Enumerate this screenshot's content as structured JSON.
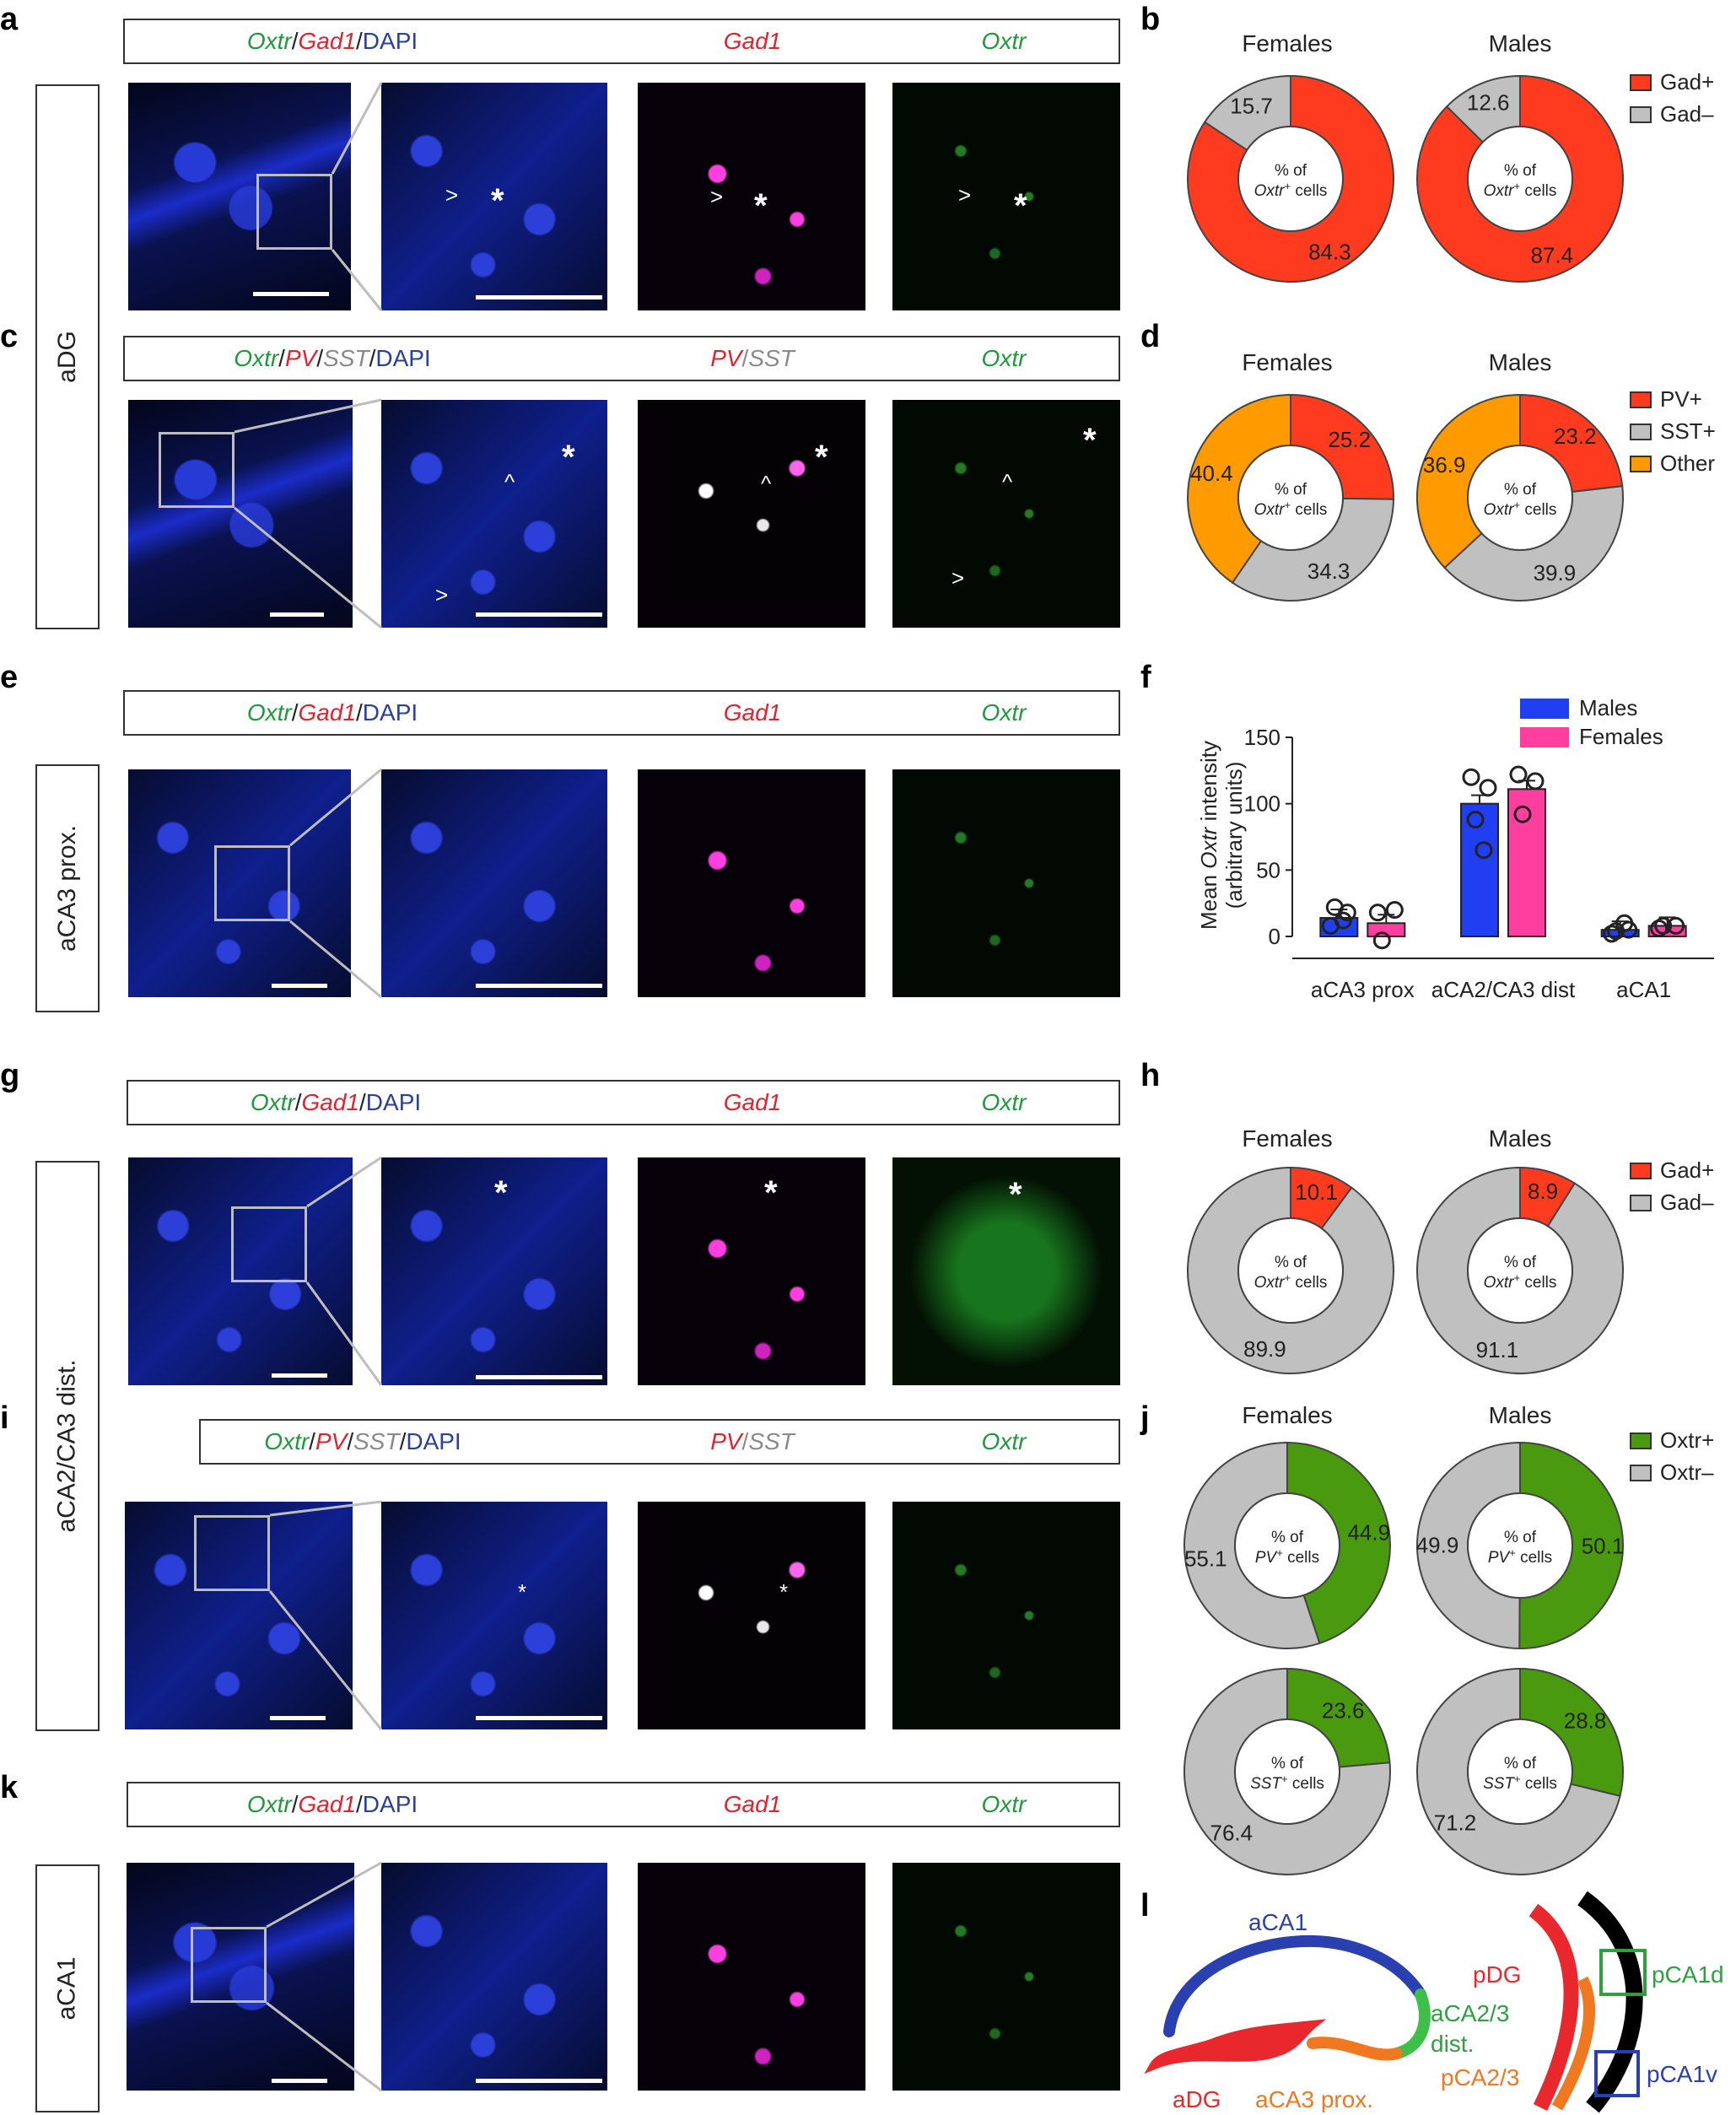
{
  "panels": {
    "a": "a",
    "b": "b",
    "c": "c",
    "d": "d",
    "e": "e",
    "f": "f",
    "g": "g",
    "h": "h",
    "i": "i",
    "j": "j",
    "k": "k",
    "l": "l"
  },
  "row_labels": {
    "aDG": "aDG",
    "aCA3": "aCA3 prox.",
    "aCA2": "aCA2/CA3 dist.",
    "aCA1": "aCA1"
  },
  "headers": {
    "oxtr": "Oxtr",
    "gad1": "Gad1",
    "pv": "PV",
    "sst": "SST",
    "dapi": "DAPI",
    "slash": "/"
  },
  "markers": {
    "star": "*",
    "arrow": ">",
    "caret": "^"
  },
  "pie_titles": {
    "females": "Females",
    "males": "Males"
  },
  "pie_center": {
    "pct_of": "% of",
    "cells": "cells",
    "oxtr": "Oxtr",
    "pv": "PV",
    "sst": "SST",
    "plus": "+"
  },
  "legends": {
    "gad_pos": "Gad+",
    "gad_neg": "Gad–",
    "pv_pos": "PV+",
    "sst_pos": "SST+",
    "other": "Other",
    "oxtr_pos": "Oxtr+",
    "oxtr_neg": "Oxtr–"
  },
  "colors": {
    "red": "#ff3b1f",
    "grey": "#c0c0c0",
    "orange": "#ff9a00",
    "green": "#4a9a10",
    "bar_males": "#1f3ff0",
    "bar_females": "#ff3fa0"
  },
  "chart_data": [
    {
      "id": "b",
      "type": "pie",
      "series": [
        {
          "name": "Females",
          "values": [
            84.3,
            15.7
          ],
          "labels": [
            "Gad+",
            "Gad–"
          ]
        },
        {
          "name": "Males",
          "values": [
            87.4,
            12.6
          ],
          "labels": [
            "Gad+",
            "Gad–"
          ]
        }
      ]
    },
    {
      "id": "d",
      "type": "pie",
      "series": [
        {
          "name": "Females",
          "values": [
            25.2,
            34.3,
            40.4
          ],
          "labels": [
            "PV+",
            "SST+",
            "Other"
          ]
        },
        {
          "name": "Males",
          "values": [
            23.2,
            39.9,
            36.9
          ],
          "labels": [
            "PV+",
            "SST+",
            "Other"
          ]
        }
      ]
    },
    {
      "id": "h",
      "type": "pie",
      "series": [
        {
          "name": "Females",
          "values": [
            10.1,
            89.9
          ],
          "labels": [
            "Gad+",
            "Gad–"
          ]
        },
        {
          "name": "Males",
          "values": [
            8.9,
            91.1
          ],
          "labels": [
            "Gad+",
            "Gad–"
          ]
        }
      ]
    },
    {
      "id": "j_pv",
      "type": "pie",
      "series": [
        {
          "name": "Females",
          "values": [
            44.9,
            55.1
          ],
          "labels": [
            "Oxtr+",
            "Oxtr–"
          ]
        },
        {
          "name": "Males",
          "values": [
            50.1,
            49.9
          ],
          "labels": [
            "Oxtr+",
            "Oxtr–"
          ]
        }
      ]
    },
    {
      "id": "j_sst",
      "type": "pie",
      "series": [
        {
          "name": "Females",
          "values": [
            23.6,
            76.4
          ],
          "labels": [
            "Oxtr+",
            "Oxtr–"
          ]
        },
        {
          "name": "Males",
          "values": [
            28.8,
            71.2
          ],
          "labels": [
            "Oxtr+",
            "Oxtr–"
          ]
        }
      ]
    },
    {
      "id": "f",
      "type": "bar",
      "categories": [
        "aCA3 prox",
        "aCA2/CA3 dist",
        "aCA1"
      ],
      "series": [
        {
          "name": "Males",
          "values": [
            14,
            100,
            5
          ],
          "points": [
            [
              8,
              18,
              22,
              12
            ],
            [
              120,
              112,
              88,
              65
            ],
            [
              2,
              5,
              4,
              10
            ]
          ]
        },
        {
          "name": "Females",
          "values": [
            10,
            111,
            8
          ],
          "points": [
            [
              18,
              20,
              -3
            ],
            [
              122,
              117,
              92
            ],
            [
              6,
              8,
              8
            ]
          ]
        }
      ],
      "ylabel": "Mean Oxtr intensity (arbitrary units)",
      "yticks": [
        0,
        50,
        100,
        150
      ],
      "ylim": [
        0,
        150
      ]
    }
  ],
  "schematic": {
    "aCA1": "aCA1",
    "aCA23": "aCA2/3",
    "dist": "dist.",
    "aDG": "aDG",
    "aCA3": "aCA3 prox.",
    "pDG": "pDG",
    "pCA23": "pCA2/3",
    "pCA1d": "pCA1d",
    "pCA1v": "pCA1v"
  }
}
